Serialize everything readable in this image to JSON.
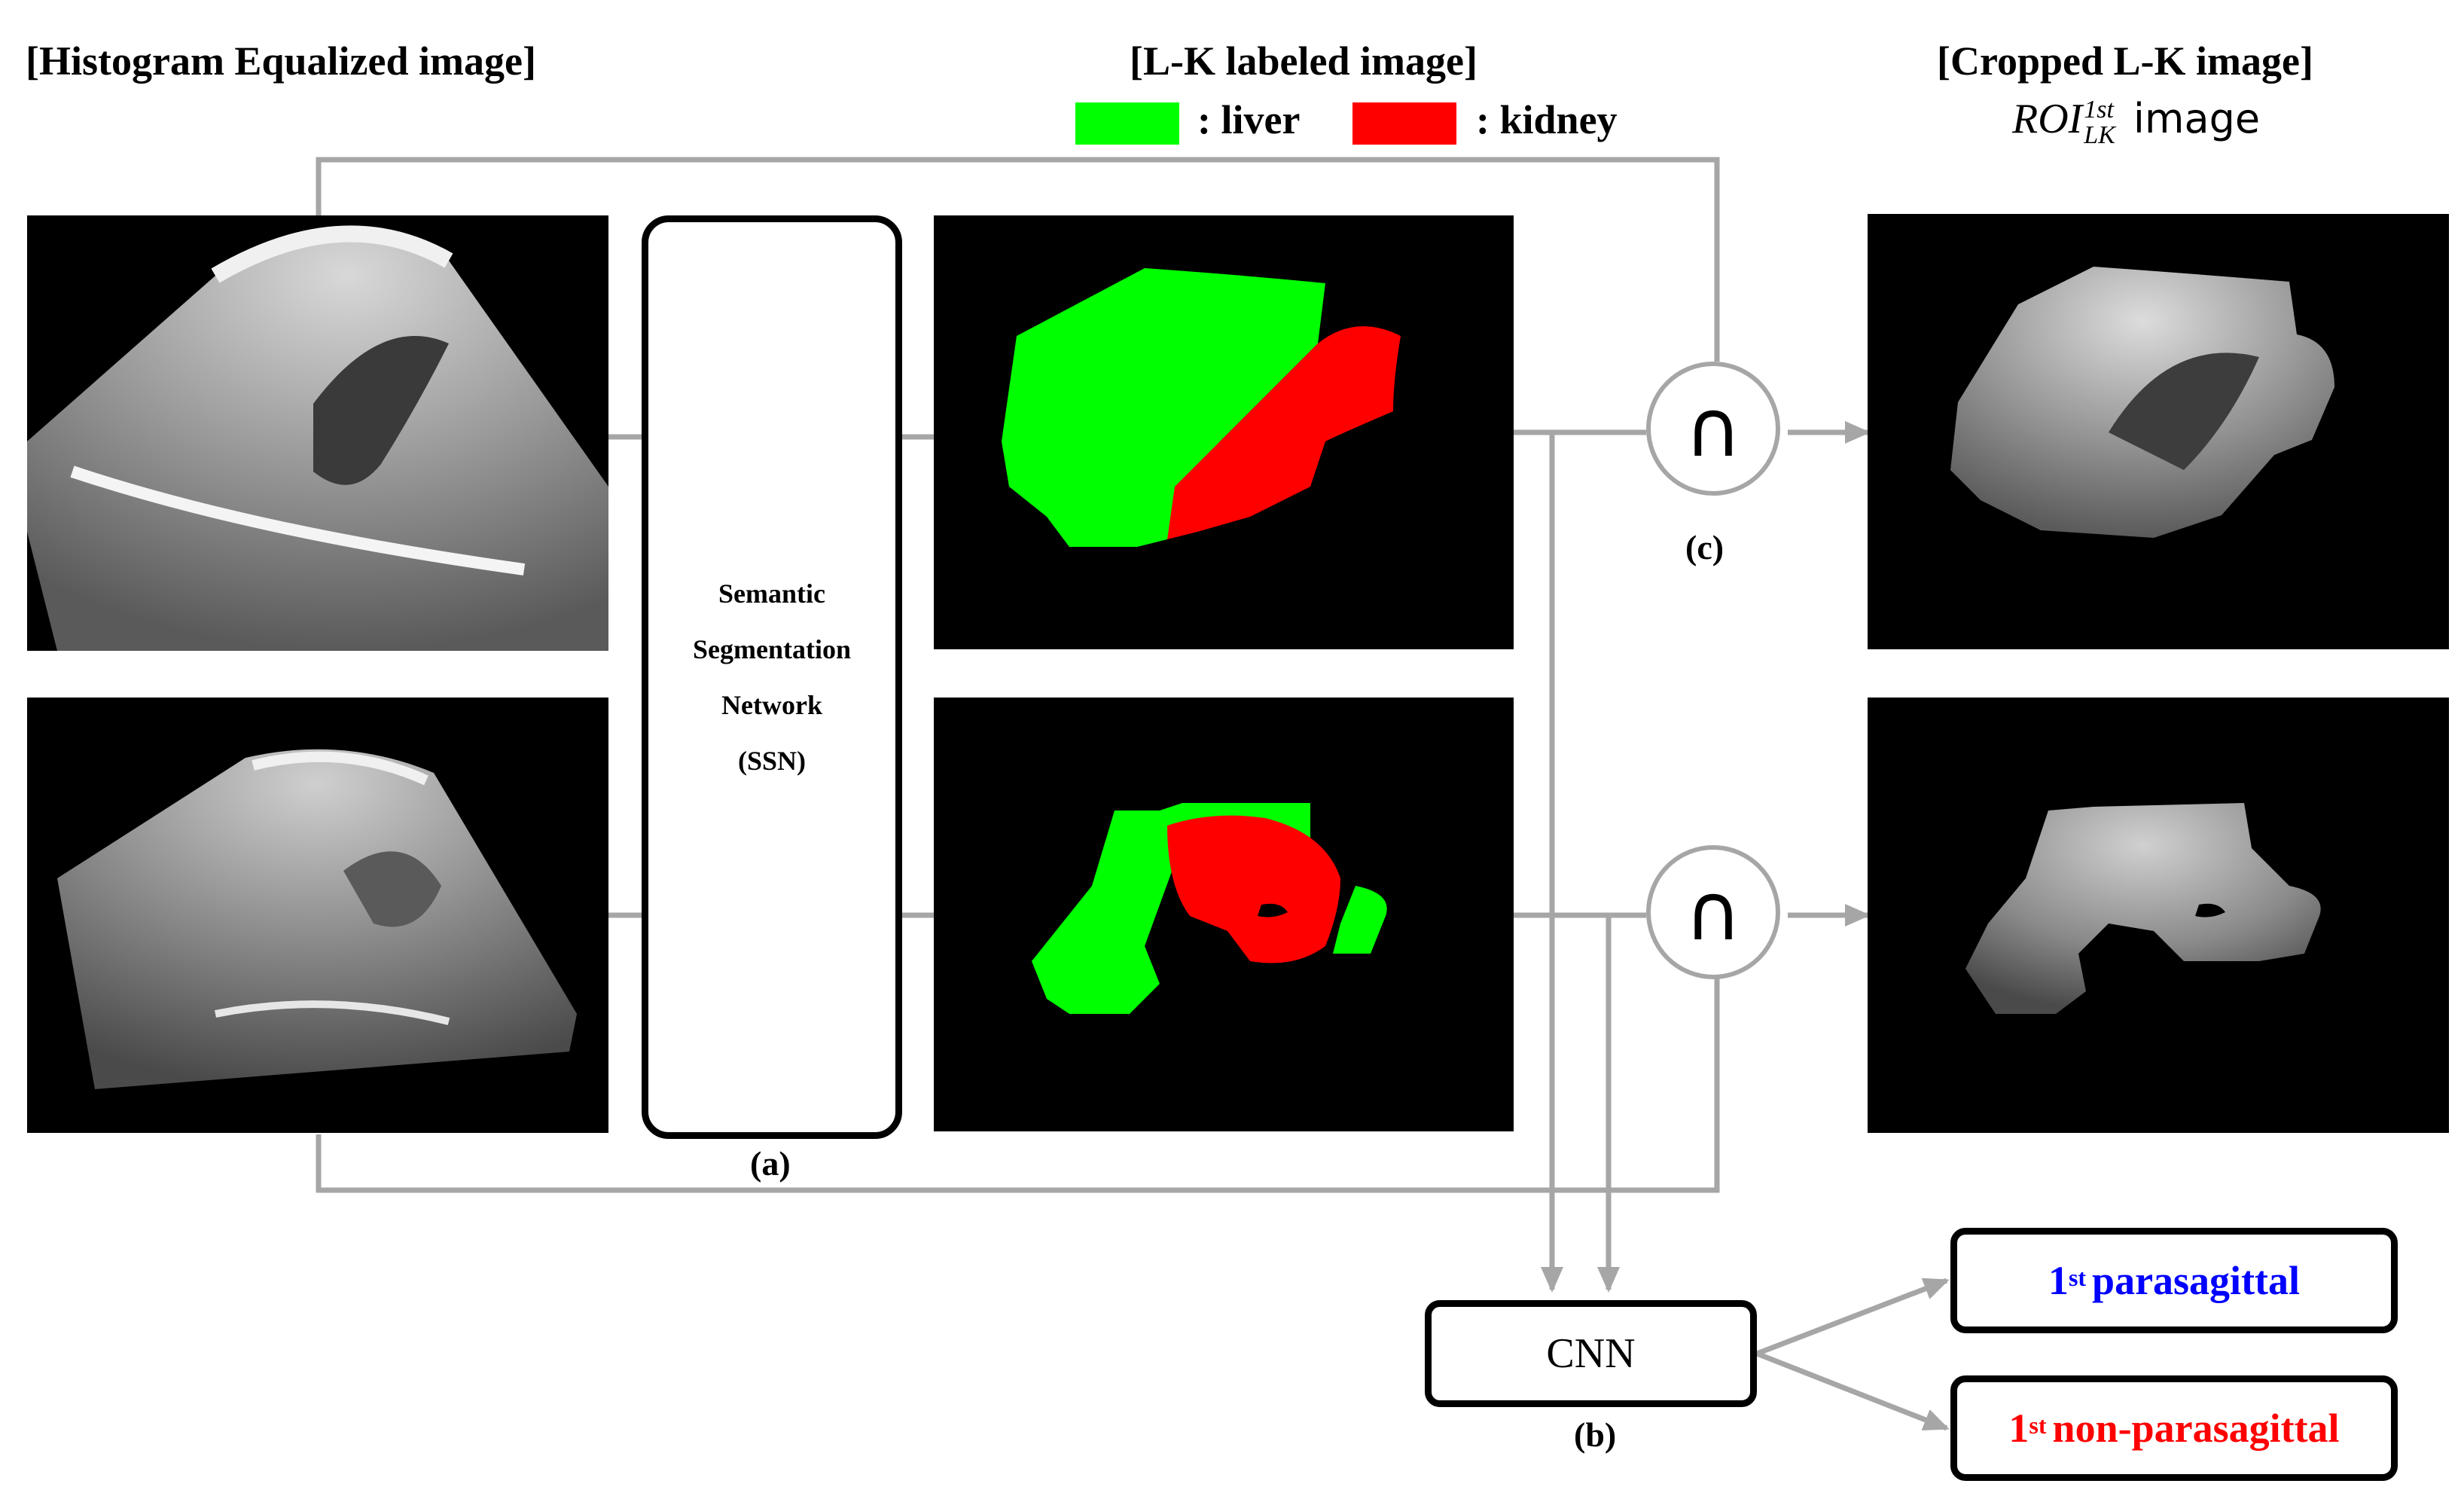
{
  "headers": {
    "histogram": "[Histogram Equalized image]",
    "labeled": "[L-K labeled image]",
    "cropped": "[Cropped L-K image]",
    "roi_base": "ROI",
    "roi_sup": "1st",
    "roi_sub": "LK",
    "roi_suffix": "image"
  },
  "legend": [
    {
      "label": ": liver",
      "color": "#00ff00"
    },
    {
      "label": ": kidney",
      "color": "#ff0000"
    }
  ],
  "ssn": {
    "lines": [
      "Semantic",
      "Segmentation",
      "Network",
      "(SSN)"
    ],
    "tag": "(a)"
  },
  "intersection": {
    "symbol": "∩",
    "tag": "(c)"
  },
  "cnn": {
    "label": "CNN",
    "tag": "(b)"
  },
  "outputs": [
    {
      "sup": "st",
      "num": "1",
      "text": "parasagittal",
      "color": "#0000ff"
    },
    {
      "sup": "st",
      "num": "1",
      "text": "non-parasagittal",
      "color": "#ff0000"
    }
  ],
  "colors": {
    "liver": "#00ff00",
    "kidney": "#ff0000",
    "arrows": "#a6a6a6",
    "panel_bg": "#000000"
  }
}
